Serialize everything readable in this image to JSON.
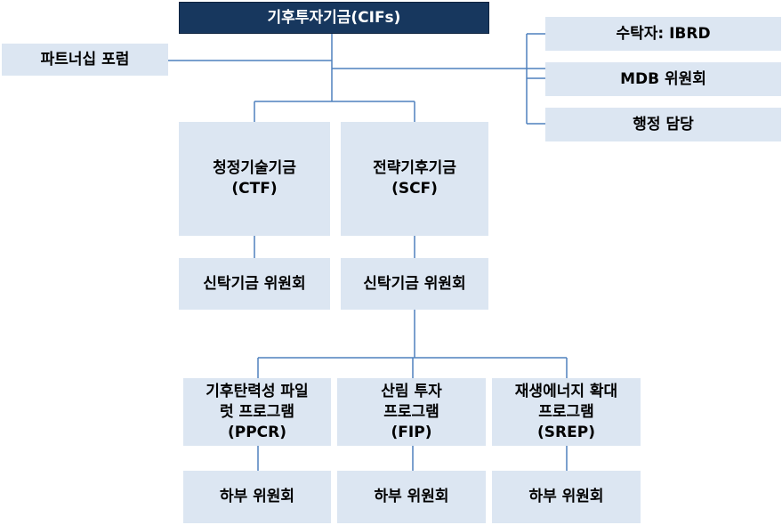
{
  "root": {
    "label": "기후투자기금(CIFs)"
  },
  "partnership": {
    "label": "파트너십 포럼"
  },
  "right_units": [
    {
      "label": "수탁자: IBRD"
    },
    {
      "label": "MDB 위원회"
    },
    {
      "label": "행정 담당"
    }
  ],
  "funds": [
    {
      "line1": "청정기술기금",
      "line2": "(CTF)"
    },
    {
      "line1": "전략기후기금",
      "line2": "(SCF)"
    }
  ],
  "trust_committees": [
    {
      "label": "신탁기금 위원회"
    },
    {
      "label": "신탁기금 위원회"
    }
  ],
  "programs": [
    {
      "line1": "기후탄력성 파일",
      "line2": "럿 프로그램",
      "line3": "(PPCR)"
    },
    {
      "line1": "산림 투자",
      "line2": "프로그램",
      "line3": "(FIP)"
    },
    {
      "line1": "재생에너지 확대",
      "line2": "프로그램",
      "line3": "(SREP)"
    }
  ],
  "sub_committees": [
    {
      "label": "하부 위원회"
    },
    {
      "label": "하부 위원회"
    },
    {
      "label": "하부 위원회"
    }
  ],
  "colors": {
    "root_fill": "#17375e",
    "box_fill": "#dce6f2",
    "line": "#4f81bd"
  }
}
